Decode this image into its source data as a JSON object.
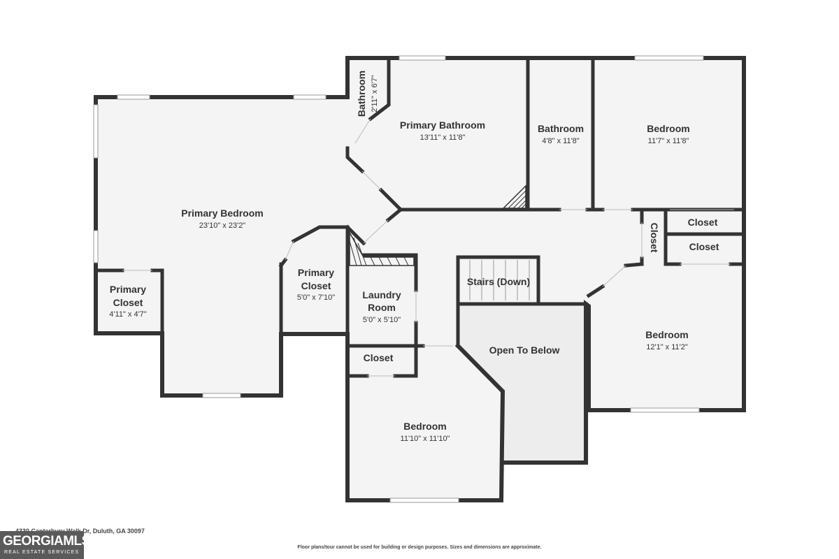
{
  "rooms": {
    "primary_bedroom": {
      "name": "Primary Bedroom",
      "dims": "23'10\" x 23'2\""
    },
    "primary_closet_left": {
      "name_line1": "Primary",
      "name_line2": "Closet",
      "dims": "4'11\" x 4'7\""
    },
    "primary_closet_center": {
      "name_line1": "Primary",
      "name_line2": "Closet",
      "dims": "5'0\" x 7'10\""
    },
    "bathroom_small": {
      "name": "Bathroom",
      "dims": "2'11\" x 6'7\""
    },
    "primary_bathroom": {
      "name": "Primary Bathroom",
      "dims": "13'11\" x 11'8\""
    },
    "bathroom": {
      "name": "Bathroom",
      "dims": "4'8\" x 11'8\""
    },
    "bedroom_top_right": {
      "name": "Bedroom",
      "dims": "11'7\" x 11'8\""
    },
    "closet_vertical": {
      "name": "Closet"
    },
    "closet_right_1": {
      "name": "Closet"
    },
    "closet_right_2": {
      "name": "Closet"
    },
    "laundry_room": {
      "name_line1": "Laundry",
      "name_line2": "Room",
      "dims": "5'0\" x 5'10\""
    },
    "closet_laundry": {
      "name": "Closet"
    },
    "stairs": {
      "name": "Stairs (Down)"
    },
    "open_to_below": {
      "name": "Open To Below"
    },
    "bedroom_right": {
      "name": "Bedroom",
      "dims": "12'1\" x 11'2\""
    },
    "bedroom_bottom": {
      "name": "Bedroom",
      "dims": "11'10\" x 11'10\""
    }
  },
  "footer": {
    "address": "4330 Canterbury Walk Dr, Duluth, GA 30097",
    "disclaimer": "Floor plans/tour cannot be used for building or design purposes. Sizes and dimensions are approximate."
  },
  "logo": {
    "main": "GEORGIAMLS",
    "sub": "REAL ESTATE SERVICES"
  },
  "colors": {
    "wall": "#333333",
    "floor": "#f4f4f4",
    "open_to_below": "#ededed",
    "logo_bg": "#5a5a5a"
  }
}
